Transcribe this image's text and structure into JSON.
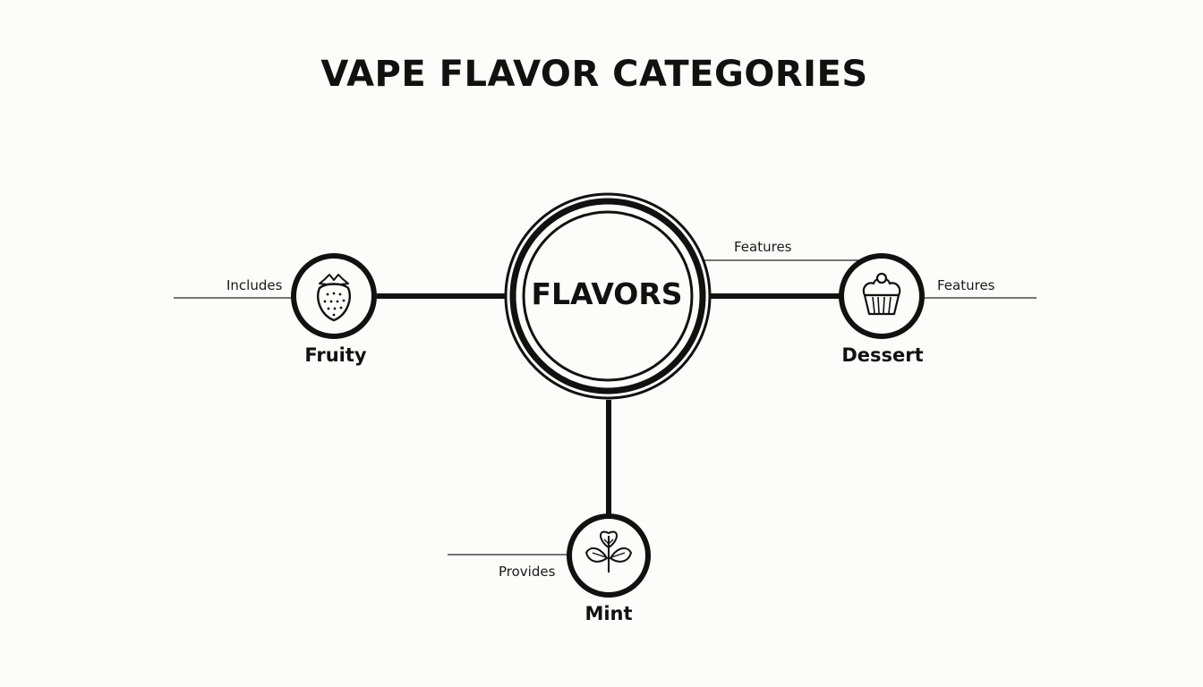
{
  "title": "VAPE FLAVOR CATEGORIES",
  "center": {
    "label": "FLAVORS"
  },
  "nodes": [
    {
      "id": "fruity",
      "label": "Fruity",
      "icon": "strawberry-icon"
    },
    {
      "id": "dessert",
      "label": "Dessert",
      "icon": "cupcake-icon"
    },
    {
      "id": "mint",
      "label": "Mint",
      "icon": "mint-leaves-icon"
    }
  ],
  "edge_labels": {
    "fruity": "Includes",
    "dessert_top": "Features",
    "dessert_right": "Features",
    "mint": "Provides"
  },
  "colors": {
    "background": "#fcfcfb",
    "ink": "#111111"
  }
}
